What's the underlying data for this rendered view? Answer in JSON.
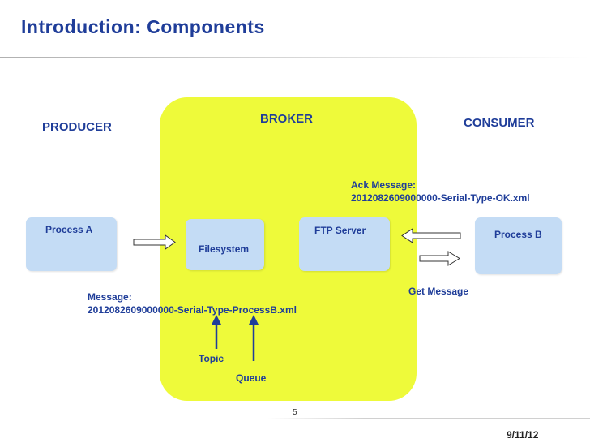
{
  "slide": {
    "title": "Introduction: Components",
    "page_number": "5",
    "date": "9/11/12"
  },
  "roles": {
    "producer": "PRODUCER",
    "broker": "BROKER",
    "consumer": "CONSUMER"
  },
  "components": {
    "process_a": "Process A",
    "filesystem": "Filesystem",
    "ftp_server": "FTP Server",
    "process_b": "Process B"
  },
  "messages": {
    "ack_title": "Ack Message:",
    "ack_file": "2012082609000000-Serial-Type-OK.xml",
    "get_message": "Get Message",
    "message_title": "Message:",
    "message_file": "2012082609000000-Serial-Type-ProcessB.xml",
    "topic": "Topic",
    "queue": "Queue"
  },
  "colors": {
    "title_blue": "#1f3d99",
    "broker_yellow": "#eefa3a",
    "box_blue": "#c4dcf5"
  }
}
